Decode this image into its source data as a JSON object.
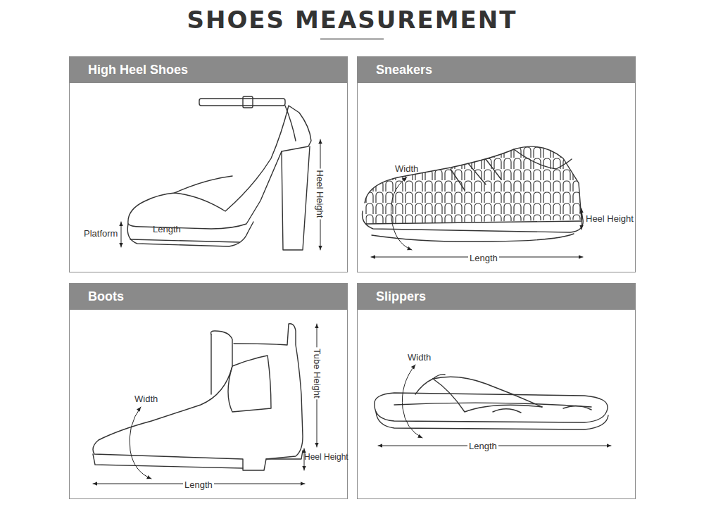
{
  "diagram": {
    "title": "SHOES MEASUREMENT",
    "nodes": [
      {
        "text": [
          "High Heel Shoes"
        ]
      },
      {
        "text": [
          "Sneakers"
        ]
      },
      {
        "text": [
          "Boots"
        ]
      },
      {
        "text": [
          "Slippers"
        ]
      }
    ],
    "labels": [
      "Platform",
      "Length",
      "Heel Height",
      "Width",
      "Heel Height",
      "Length",
      "Width",
      "Tube Height",
      "Heel Height",
      "Length",
      "Width",
      "Length"
    ]
  }
}
